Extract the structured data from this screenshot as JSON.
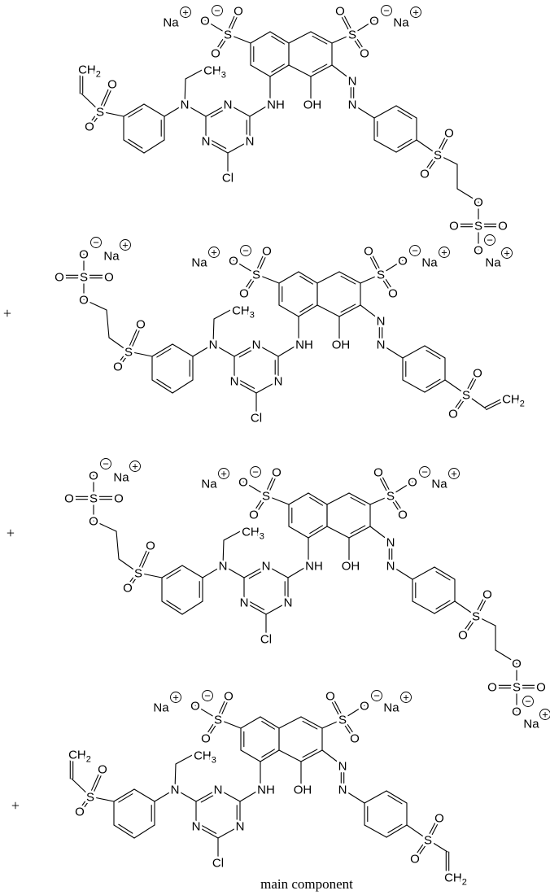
{
  "labels": {
    "na": "Na",
    "o": "O",
    "s": "S",
    "n": "N",
    "nh": "NH",
    "oh": "OH",
    "cl": "Cl",
    "ch3": [
      "CH",
      "3"
    ],
    "ch2": [
      "CH",
      "2"
    ],
    "plus": "+",
    "minus": "−"
  },
  "molecules": [
    {
      "left_group": "vinylsulfonyl",
      "right_group": "sulfatoethylsulfonyl",
      "separator": ""
    },
    {
      "left_group": "sulfatoethylsulfonyl",
      "right_group": "vinylsulfonyl",
      "separator": "+"
    },
    {
      "left_group": "sulfatoethylsulfonyl",
      "right_group": "sulfatoethylsulfonyl",
      "separator": "+"
    },
    {
      "left_group": "vinylsulfonyl",
      "right_group": "vinylsulfonyl",
      "separator": "+"
    }
  ],
  "caption": "main component"
}
